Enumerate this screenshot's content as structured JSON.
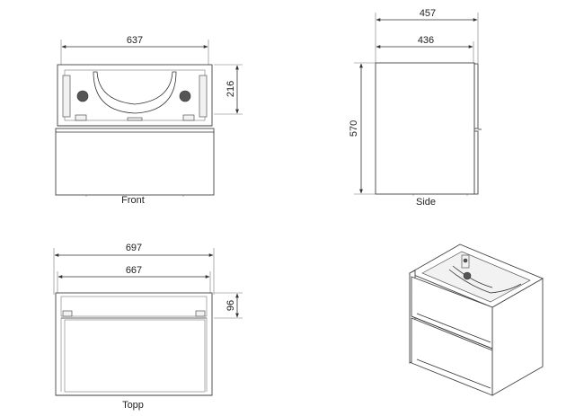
{
  "views": {
    "front": {
      "label": "Front",
      "width_dim": "637",
      "height_dim": "216"
    },
    "side": {
      "label": "Side",
      "depth_dim": "457",
      "inner_depth_dim": "436",
      "height_dim": "570"
    },
    "top": {
      "label": "Topp",
      "width_dim": "697",
      "inner_width_dim": "667",
      "depth_dim": "96"
    },
    "iso": {}
  }
}
